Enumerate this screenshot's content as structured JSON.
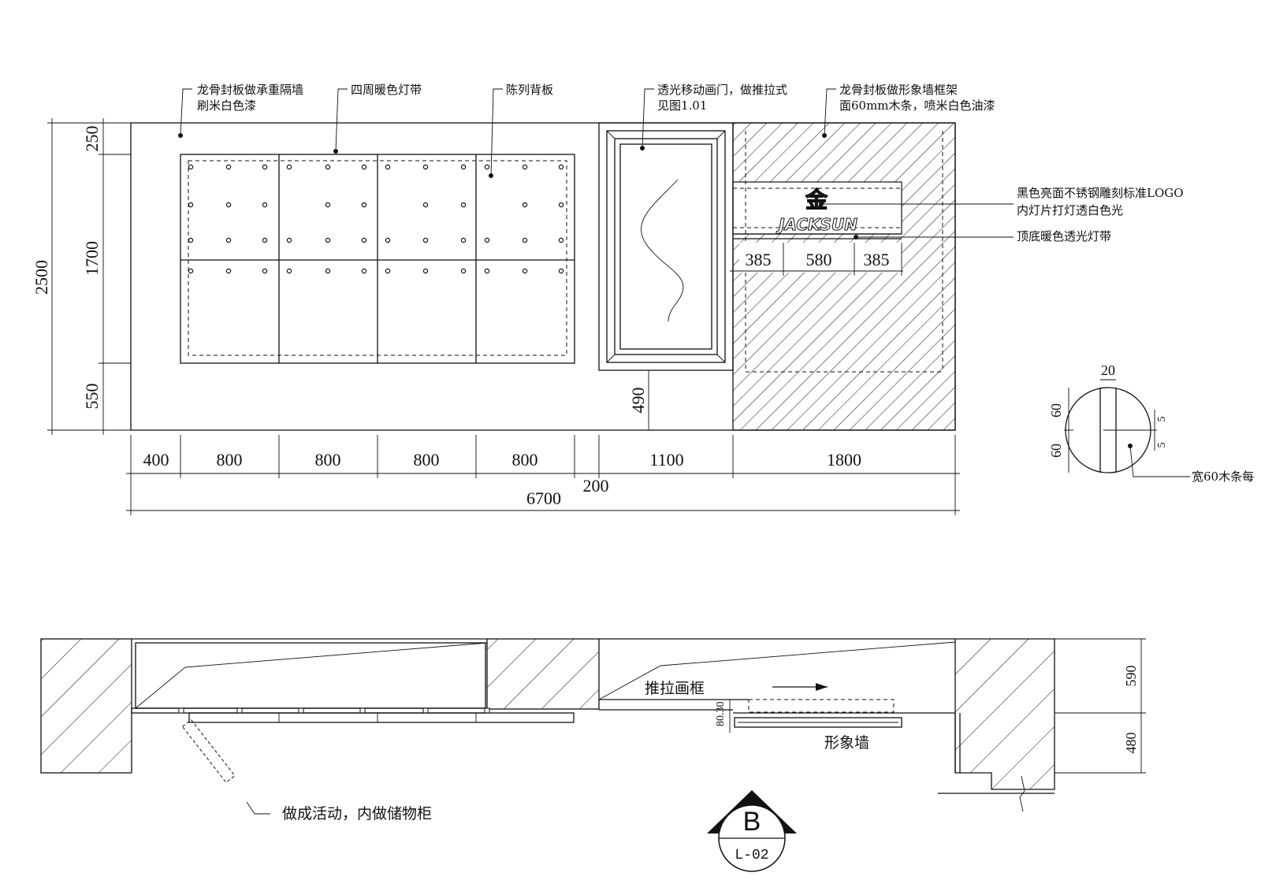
{
  "elevation": {
    "annotations": {
      "partition_wall": [
        "龙骨封板做承重隔墙",
        "刷米白色漆"
      ],
      "light_strip": "四周暖色灯带",
      "display_backboard": "陈列背板",
      "sliding_door": [
        "透光移动画门，做推拉式",
        "见图1.01"
      ],
      "image_wall_frame": [
        "龙骨封板做形象墙框架",
        "面60mm木条，喷米白色油漆"
      ],
      "logo_note": [
        "黑色亮面不锈钢雕刻标准LOGO",
        "内灯片打灯透白色光"
      ],
      "top_bottom_strip": "顶底暖色透光灯带"
    },
    "logo_text": "JACKSUN",
    "vertical_dims": {
      "total": "2500",
      "top": "250",
      "middle": "1700",
      "bottom": "550",
      "door_bottom": "490"
    },
    "horizontal_dims": [
      "400",
      "800",
      "800",
      "800",
      "800",
      "200",
      "1100",
      "1800"
    ],
    "total_width": "6700",
    "logo_dims": [
      "385",
      "580",
      "385"
    ]
  },
  "detail": {
    "dims": [
      "20",
      "60",
      "60",
      "5",
      "5"
    ],
    "note": "宽60木条每"
  },
  "plan": {
    "labels": {
      "sliding_frame": "推拉画框",
      "image_wall": "形象墙",
      "storage": "做成活动，内做储物柜"
    },
    "dims": {
      "upper": "590",
      "lower": "480",
      "offset": "80.30"
    }
  },
  "section_marker": {
    "letter": "B",
    "sheet": "L-02"
  }
}
